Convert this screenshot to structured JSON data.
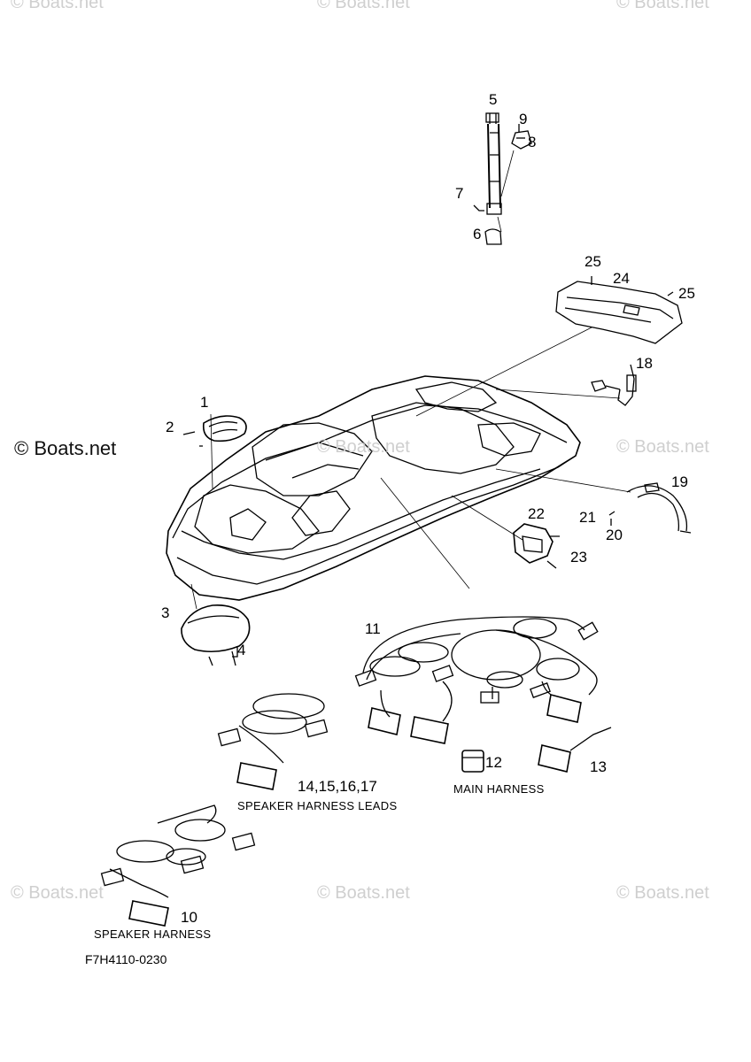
{
  "watermark": {
    "text": "© Boats.net",
    "main_text": "© Boats.net"
  },
  "callouts": {
    "c1": "1",
    "c2": "2",
    "c3": "3",
    "c4": "4",
    "c5": "5",
    "c6": "6",
    "c7": "7",
    "c8": "8",
    "c9": "9",
    "c10": "10",
    "c11": "11",
    "c12": "12",
    "c13": "13",
    "c14": "14,15,16,17",
    "c18": "18",
    "c19": "19",
    "c20": "20",
    "c21": "21",
    "c22": "22",
    "c23": "23",
    "c24": "24",
    "c25a": "25",
    "c25b": "25"
  },
  "captions": {
    "main_harness": "MAIN HARNESS",
    "speaker_harness_leads": "SPEAKER HARNESS LEADS",
    "speaker_harness": "SPEAKER HARNESS"
  },
  "diagram_code": "F7H4110-0230",
  "colors": {
    "line": "#000000",
    "watermark": "#cfcfcf",
    "background": "#ffffff"
  }
}
